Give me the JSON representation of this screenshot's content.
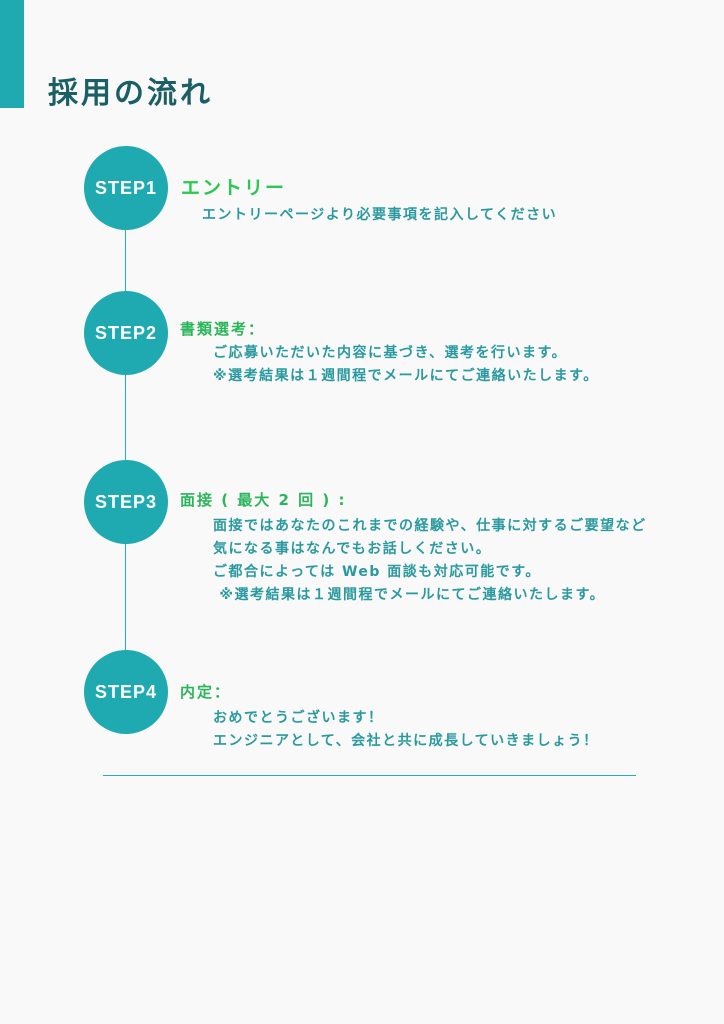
{
  "page": {
    "title": "採用の流れ"
  },
  "colors": {
    "accent": "#1fa9b1",
    "title": "#1a5f66",
    "step_title": "#2bb55a",
    "entry_title": "#27c94e",
    "body_text": "#2a9aa0"
  },
  "steps": [
    {
      "badge": "STEP1",
      "title": "エントリー",
      "lines": [
        "エントリーページより必要事項を記入してください"
      ]
    },
    {
      "badge": "STEP2",
      "title": "書類選考：",
      "lines": [
        "ご応募いただいた内容に基づき、選考を行います。",
        "※選考結果は１週間程でメールにてご連絡いたします。"
      ]
    },
    {
      "badge": "STEP3",
      "title": "面接 ( 最大 2 回 ) :",
      "lines": [
        "面接ではあなたのこれまでの経験や、仕事に対するご要望など",
        "気になる事はなんでもお話しください。",
        "ご都合によっては Web 面談も対応可能です。",
        " ※選考結果は１週間程でメールにてご連絡いたします。"
      ]
    },
    {
      "badge": "STEP4",
      "title": "内定：",
      "lines": [
        "おめでとうございます！",
        "エンジニアとして、会社と共に成長していきましょう！"
      ]
    }
  ]
}
